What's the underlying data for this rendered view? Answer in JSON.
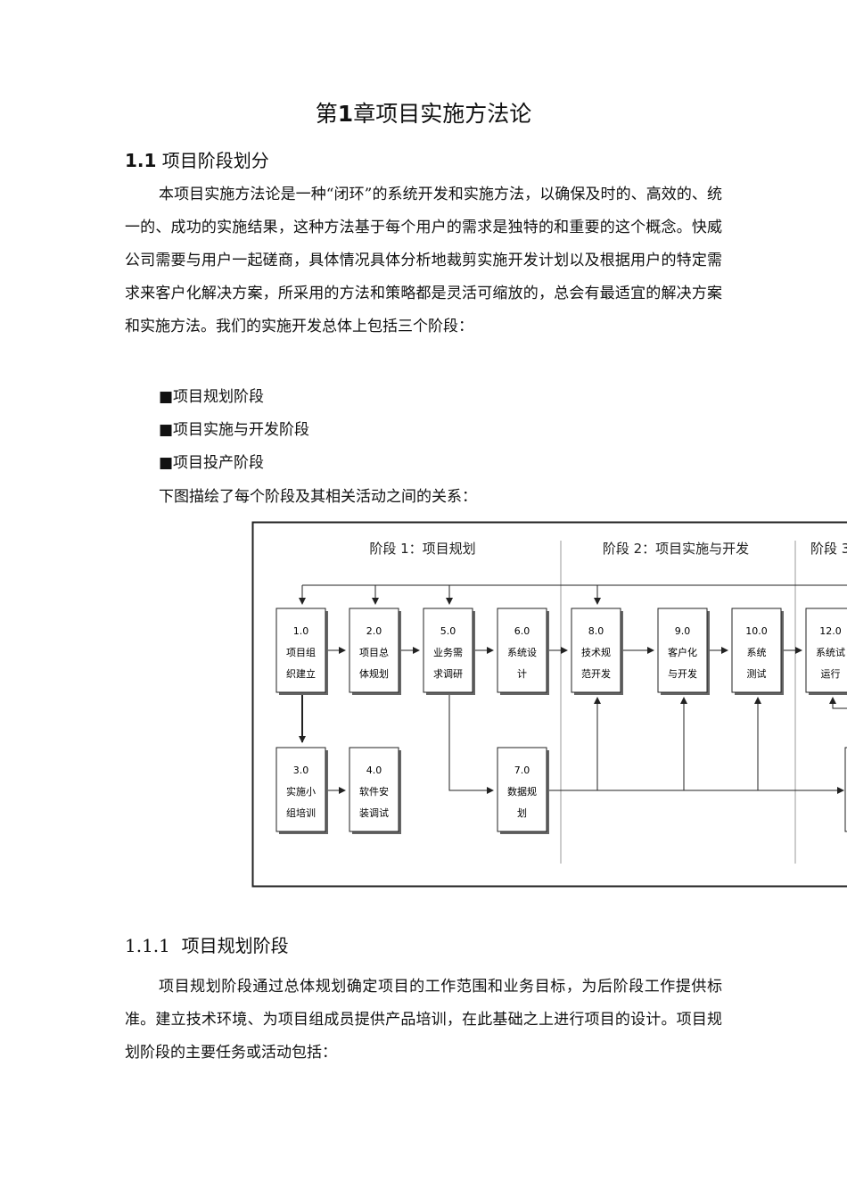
{
  "chapter": {
    "number": "1",
    "prefix": "第",
    "suffix": "章项目实施方法论"
  },
  "section": {
    "number": "1.1",
    "title": "项目阶段划分"
  },
  "intro_paragraph": "本项目实施方法论是一种“闭环”的系统开发和实施方法，以确保及时的、高效的、统一的、成功的实施结果，这种方法基于每个用户的需求是独特的和重要的这个概念。快威公司需要与用户一起磋商，具体情况具体分析地裁剪实施开发计划以及根据用户的特定需求来客户化解决方案，所采用的方法和策略都是灵活可缩放的，总会有最适宜的解决方案和实施方法。我们的实施开发总体上包括三个阶段：",
  "phases_list": [
    "■项目规划阶段",
    "■项目实施与开发阶段",
    "■项目投产阶段"
  ],
  "diagram_intro": "下图描绘了每个阶段及其相关活动之间的关系：",
  "diagram": {
    "phase_headers": [
      "阶段 1：项目规划",
      "阶段 2：项目实施与开发",
      "阶段 3"
    ],
    "boxes": [
      {
        "num": "1.0",
        "line1": "项目组",
        "line2": "织建立"
      },
      {
        "num": "2.0",
        "line1": "项目总",
        "line2": "体规划"
      },
      {
        "num": "5.0",
        "line1": "业务需",
        "line2": "求调研"
      },
      {
        "num": "6.0",
        "line1": "系统设",
        "line2": "计"
      },
      {
        "num": "8.0",
        "line1": "技术规",
        "line2": "范开发"
      },
      {
        "num": "9.0",
        "line1": "客户化",
        "line2": "与开发"
      },
      {
        "num": "10.0",
        "line1": "系统",
        "line2": "测试"
      },
      {
        "num": "12.0",
        "line1": "系统试",
        "line2": "运行"
      },
      {
        "num": "3.0",
        "line1": "实施小",
        "line2": "组培训"
      },
      {
        "num": "4.0",
        "line1": "软件安",
        "line2": "装调试"
      },
      {
        "num": "7.0",
        "line1": "数据规",
        "line2": "划"
      }
    ]
  },
  "subsection": {
    "number": "1.1.1",
    "title": "项目规划阶段"
  },
  "planning_paragraph": "项目规划阶段通过总体规划确定项目的工作范围和业务目标，为后阶段工作提供标准。建立技术环境、为项目组成员提供产品培训，在此基础之上进行项目的设计。项目规划阶段的主要任务或活动包括："
}
